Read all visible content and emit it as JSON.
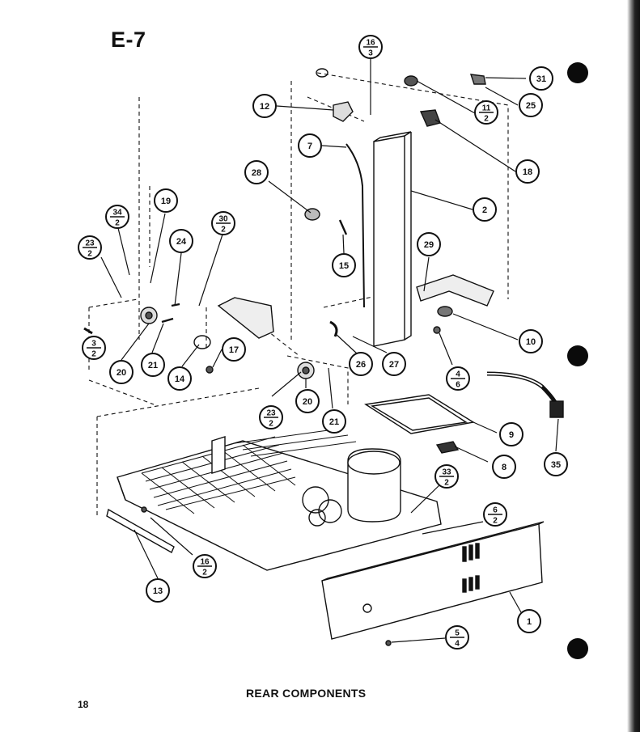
{
  "page": {
    "title": "E-7",
    "caption": "REAR COMPONENTS",
    "page_number": "18"
  },
  "callouts": [
    {
      "id": "c-16-3",
      "type": "frac",
      "top": "16",
      "bottom": "3"
    },
    {
      "id": "c-31",
      "type": "circle",
      "label": "31"
    },
    {
      "id": "c-12",
      "type": "circle",
      "label": "12"
    },
    {
      "id": "c-11-2",
      "type": "frac",
      "top": "11",
      "bottom": "2"
    },
    {
      "id": "c-25",
      "type": "circle",
      "label": "25"
    },
    {
      "id": "c-7",
      "type": "circle",
      "label": "7"
    },
    {
      "id": "c-18",
      "type": "circle",
      "label": "18"
    },
    {
      "id": "c-28",
      "type": "circle",
      "label": "28"
    },
    {
      "id": "c-2",
      "type": "circle",
      "label": "2"
    },
    {
      "id": "c-19",
      "type": "circle",
      "label": "19"
    },
    {
      "id": "c-34-2",
      "type": "frac",
      "top": "34",
      "bottom": "2"
    },
    {
      "id": "c-30-2",
      "type": "frac",
      "top": "30",
      "bottom": "2"
    },
    {
      "id": "c-23-2a",
      "type": "frac",
      "top": "23",
      "bottom": "2"
    },
    {
      "id": "c-24",
      "type": "circle",
      "label": "24"
    },
    {
      "id": "c-15",
      "type": "circle",
      "label": "15"
    },
    {
      "id": "c-29",
      "type": "circle",
      "label": "29"
    },
    {
      "id": "c-10",
      "type": "circle",
      "label": "10"
    },
    {
      "id": "c-3-2",
      "type": "frac",
      "top": "3",
      "bottom": "2"
    },
    {
      "id": "c-20a",
      "type": "circle",
      "label": "20"
    },
    {
      "id": "c-21a",
      "type": "circle",
      "label": "21"
    },
    {
      "id": "c-14",
      "type": "circle",
      "label": "14"
    },
    {
      "id": "c-17",
      "type": "circle",
      "label": "17"
    },
    {
      "id": "c-26",
      "type": "circle",
      "label": "26"
    },
    {
      "id": "c-27",
      "type": "circle",
      "label": "27"
    },
    {
      "id": "c-4-6",
      "type": "frac",
      "top": "4",
      "bottom": "6"
    },
    {
      "id": "c-23-2b",
      "type": "frac",
      "top": "23",
      "bottom": "2"
    },
    {
      "id": "c-20b",
      "type": "circle",
      "label": "20"
    },
    {
      "id": "c-21b",
      "type": "circle",
      "label": "21"
    },
    {
      "id": "c-9",
      "type": "circle",
      "label": "9"
    },
    {
      "id": "c-8",
      "type": "circle",
      "label": "8"
    },
    {
      "id": "c-35",
      "type": "circle",
      "label": "35"
    },
    {
      "id": "c-33-2",
      "type": "frac",
      "top": "33",
      "bottom": "2"
    },
    {
      "id": "c-6-2",
      "type": "frac",
      "top": "6",
      "bottom": "2"
    },
    {
      "id": "c-16-2",
      "type": "frac",
      "top": "16",
      "bottom": "2"
    },
    {
      "id": "c-13",
      "type": "circle",
      "label": "13"
    },
    {
      "id": "c-1",
      "type": "circle",
      "label": "1"
    },
    {
      "id": "c-5-4",
      "type": "frac",
      "top": "5",
      "bottom": "4"
    }
  ]
}
